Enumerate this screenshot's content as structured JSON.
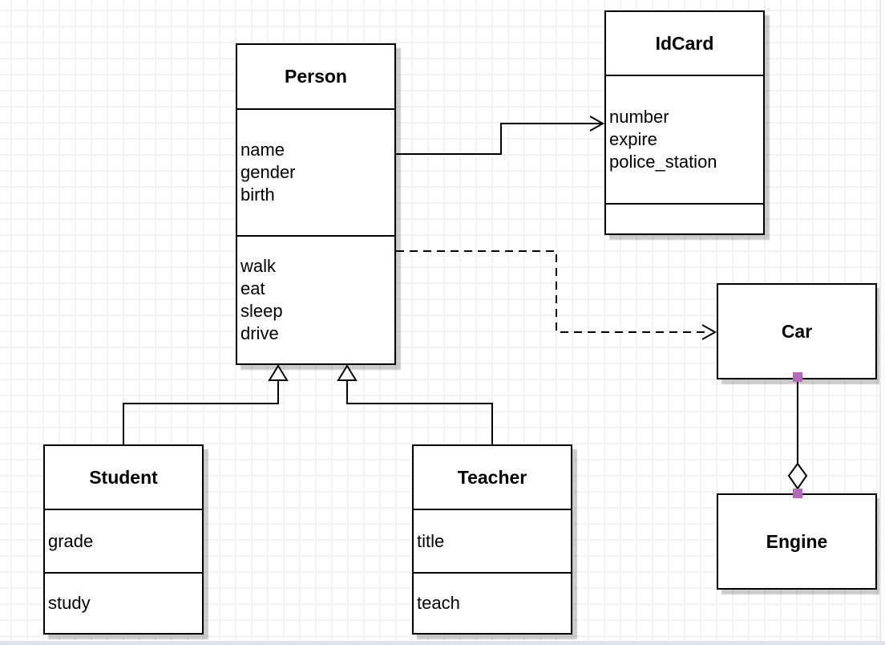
{
  "diagram": {
    "type": "uml-class-diagram",
    "classes": {
      "person": {
        "title": "Person",
        "attributes": [
          "name",
          "gender",
          "birth"
        ],
        "methods": [
          "walk",
          "eat",
          "sleep",
          "drive"
        ]
      },
      "idcard": {
        "title": "IdCard",
        "attributes": [
          "number",
          "expire",
          "police_station"
        ],
        "methods": []
      },
      "car": {
        "title": "Car",
        "attributes": [],
        "methods": []
      },
      "engine": {
        "title": "Engine",
        "attributes": [],
        "methods": []
      },
      "student": {
        "title": "Student",
        "attributes": [
          "grade"
        ],
        "methods": [
          "study"
        ]
      },
      "teacher": {
        "title": "Teacher",
        "attributes": [
          "title"
        ],
        "methods": [
          "teach"
        ]
      }
    },
    "relationships": [
      {
        "from": "Person",
        "to": "IdCard",
        "type": "association",
        "line": "solid",
        "marker": "open-arrow"
      },
      {
        "from": "Person",
        "to": "Car",
        "type": "dependency",
        "line": "dashed",
        "marker": "open-arrow"
      },
      {
        "from": "Student",
        "to": "Person",
        "type": "inheritance",
        "line": "solid",
        "marker": "hollow-triangle"
      },
      {
        "from": "Teacher",
        "to": "Person",
        "type": "inheritance",
        "line": "solid",
        "marker": "hollow-triangle"
      },
      {
        "from": "Car",
        "to": "Engine",
        "type": "aggregation",
        "line": "solid",
        "marker": "hollow-diamond",
        "endpoints": "fixed-point-handles"
      }
    ],
    "colors": {
      "box_fill": "#ffffff",
      "box_border": "#000000",
      "line": "#000000",
      "shadow": "#c9c9c9",
      "grid_line": "#f3f3f5",
      "endpoint_marker": "#b567c0",
      "bottom_strip": "#dbe3ee"
    }
  }
}
